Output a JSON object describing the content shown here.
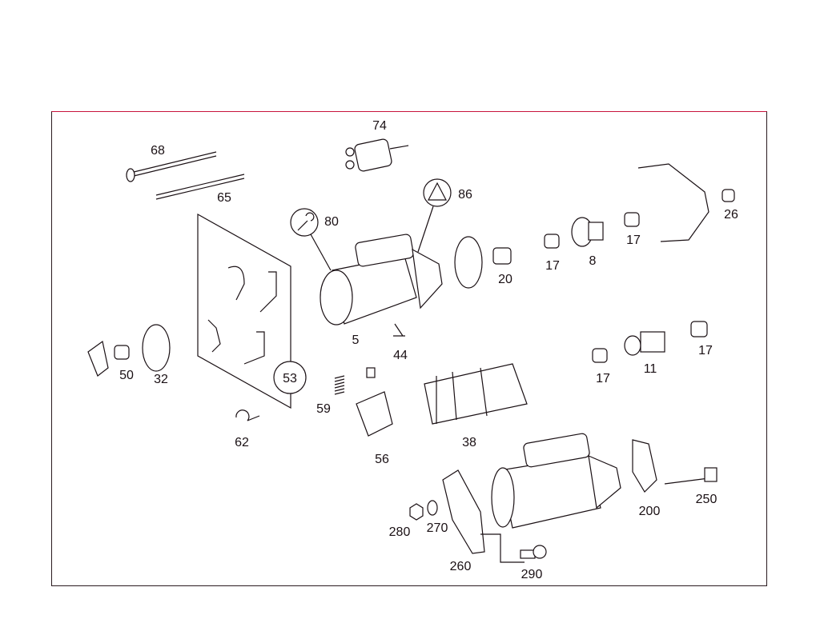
{
  "parts": [
    {
      "id": "p74",
      "label": "74"
    },
    {
      "id": "p68",
      "label": "68"
    },
    {
      "id": "p65",
      "label": "65"
    },
    {
      "id": "p86",
      "label": "86"
    },
    {
      "id": "p80",
      "label": "80"
    },
    {
      "id": "p26",
      "label": "26"
    },
    {
      "id": "p20",
      "label": "20"
    },
    {
      "id": "p17a",
      "label": "17"
    },
    {
      "id": "p8",
      "label": "8"
    },
    {
      "id": "p17b",
      "label": "17"
    },
    {
      "id": "p5",
      "label": "5"
    },
    {
      "id": "p44",
      "label": "44"
    },
    {
      "id": "p50",
      "label": "50"
    },
    {
      "id": "p32",
      "label": "32"
    },
    {
      "id": "p53",
      "label": "53"
    },
    {
      "id": "p17c",
      "label": "17"
    },
    {
      "id": "p11",
      "label": "11"
    },
    {
      "id": "p17d",
      "label": "17"
    },
    {
      "id": "p59",
      "label": "59"
    },
    {
      "id": "p62",
      "label": "62"
    },
    {
      "id": "p38",
      "label": "38"
    },
    {
      "id": "p56",
      "label": "56"
    },
    {
      "id": "p200",
      "label": "200"
    },
    {
      "id": "p250",
      "label": "250"
    },
    {
      "id": "p280",
      "label": "280"
    },
    {
      "id": "p270",
      "label": "270"
    },
    {
      "id": "p260",
      "label": "260"
    },
    {
      "id": "p290",
      "label": "290"
    }
  ],
  "icons": {
    "p80": "wrench-icon",
    "p86": "triangle-plate-icon"
  },
  "colors": {
    "frame": "#c8143c",
    "line": "#1a1014"
  }
}
